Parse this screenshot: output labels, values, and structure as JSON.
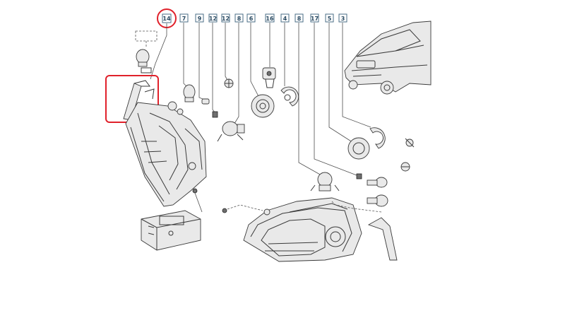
{
  "diagram": {
    "callouts": [
      "14",
      "7",
      "9",
      "12",
      "12",
      "8",
      "6",
      "16",
      "4",
      "8",
      "17",
      "5",
      "3"
    ],
    "highlight_color": "#e0212b",
    "tag_color": "#4a6e86"
  }
}
